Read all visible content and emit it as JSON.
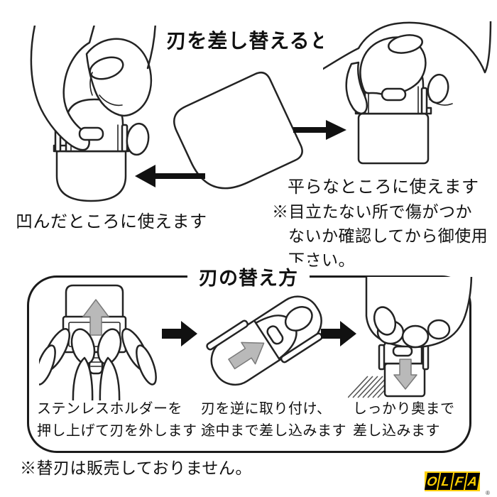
{
  "top_section": {
    "title": "刃を差し替えると",
    "left_caption": "凹んだところに使えます",
    "right_caption": "平らなところに使えます",
    "note_lines": [
      "※目立たない所で傷がつか",
      "ないか確認してから御使用",
      "下さい。"
    ]
  },
  "replace_section": {
    "title": "刃の替え方",
    "steps": [
      {
        "caption_line1": "ステンレスホルダーを",
        "caption_line2": "押し上げて刃を外します"
      },
      {
        "caption_line1": "刃を逆に取り付け、",
        "caption_line2": "途中まで差し込みます"
      },
      {
        "caption_line1": "しっかり奥まで",
        "caption_line2": "差し込みます"
      }
    ]
  },
  "footer": {
    "note": "※替刃は販売しておりません。",
    "brand": {
      "letters": [
        "O",
        "L",
        "F",
        "A"
      ],
      "registered_mark": "®"
    }
  },
  "colors": {
    "background": "#ffffff",
    "line": "#232323",
    "text": "#111111",
    "gray_arrow": "#b9b9b9",
    "black_arrow": "#111111",
    "brand_yellow": "#FFD000",
    "brand_black": "#000000"
  }
}
